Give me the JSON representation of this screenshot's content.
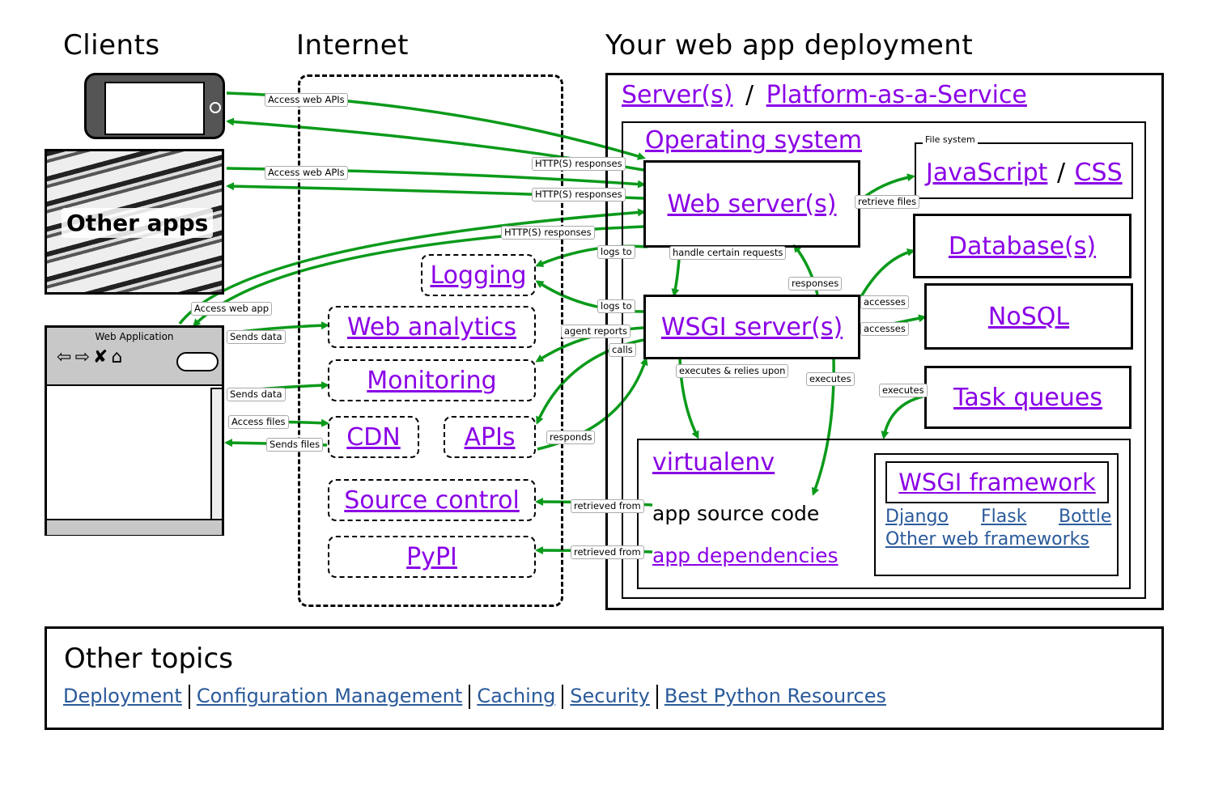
{
  "headings": {
    "clients": "Clients",
    "internet": "Internet",
    "deployment": "Your web app deployment"
  },
  "clients": {
    "other_apps": "Other apps",
    "web_app_title": "Web Application"
  },
  "internet": {
    "logging": "Logging",
    "web_analytics": "Web analytics",
    "monitoring": "Monitoring",
    "cdn": "CDN",
    "apis": "APIs",
    "source_control": "Source control",
    "pypi": "PyPI"
  },
  "deployment": {
    "servers": "Server(s)",
    "slash": "/",
    "paas": "Platform-as-a-Service",
    "os": "Operating system",
    "file_system": "File system",
    "javascript": "JavaScript",
    "css": "CSS",
    "web_server": "Web server(s)",
    "wsgi_server": "WSGI server(s)",
    "database": "Database(s)",
    "nosql": "NoSQL",
    "task_queues": "Task queues",
    "virtualenv": "virtualenv",
    "app_source": "app source code",
    "app_deps": "app dependencies",
    "wsgi_framework": "WSGI framework",
    "django": "Django",
    "flask": "Flask",
    "bottle": "Bottle",
    "other_frameworks": "Other web frameworks"
  },
  "edge_labels": {
    "access_web_apis_1": "Access web APIs",
    "access_web_apis_2": "Access web APIs",
    "http_responses_1": "HTTP(S) responses",
    "http_responses_2": "HTTP(S) responses",
    "http_responses_3": "HTTP(S) responses",
    "access_web_app": "Access web app",
    "sends_data_1": "Sends data",
    "sends_data_2": "Sends data",
    "access_files": "Access files",
    "sends_files": "Sends files",
    "logs_to_1": "logs to",
    "logs_to_2": "logs to",
    "agent_reports": "agent reports",
    "calls": "calls",
    "responds": "responds",
    "handle_requests": "handle certain requests",
    "responses": "responses",
    "retrieve_files": "retrieve files",
    "accesses_1": "accesses",
    "accesses_2": "accesses",
    "executes_relies": "executes & relies upon",
    "executes_1": "executes",
    "executes_2": "executes",
    "retrieved_from_1": "retrieved from",
    "retrieved_from_2": "retrieved from"
  },
  "other_topics": {
    "title": "Other topics",
    "links": [
      "Deployment",
      "Configuration Management",
      "Caching",
      "Security",
      "Best Python Resources"
    ]
  },
  "colors": {
    "arrow": "#0a9a1a",
    "link": "#8a00e6",
    "topic_link": "#2a5a9a"
  }
}
